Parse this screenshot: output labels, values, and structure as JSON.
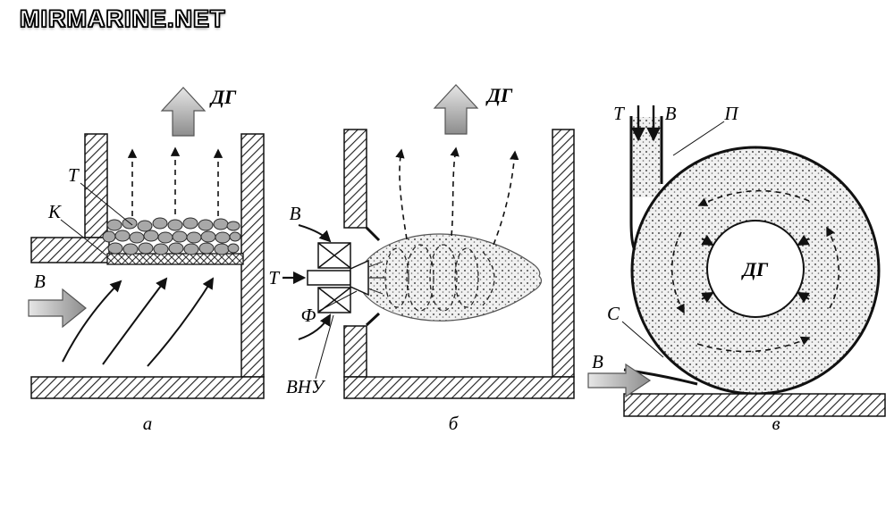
{
  "watermark": "MIRMARINE.NET",
  "palette": {
    "ink": "#111111",
    "arrow_gray_light": "#e6e6e6",
    "arrow_gray_dark": "#8d8d8d",
    "coal_gray": "#a8a8a8",
    "stipple_bg": "#f0f0f0"
  },
  "diagram_a": {
    "caption": "а",
    "labels": {
      "fuel": "Т",
      "grate": "К",
      "air": "В",
      "flue_gas": "ДГ"
    }
  },
  "diagram_b": {
    "caption": "б",
    "labels": {
      "air": "В",
      "fuel": "Т",
      "atomizer": "Ф",
      "air_director": "ВНУ",
      "flue_gas": "ДГ"
    }
  },
  "diagram_c": {
    "caption": "в",
    "labels": {
      "fuel": "Т",
      "air_top": "В",
      "duct": "П",
      "slot": "С",
      "air_bottom": "В",
      "flue_gas": "ДГ"
    }
  }
}
